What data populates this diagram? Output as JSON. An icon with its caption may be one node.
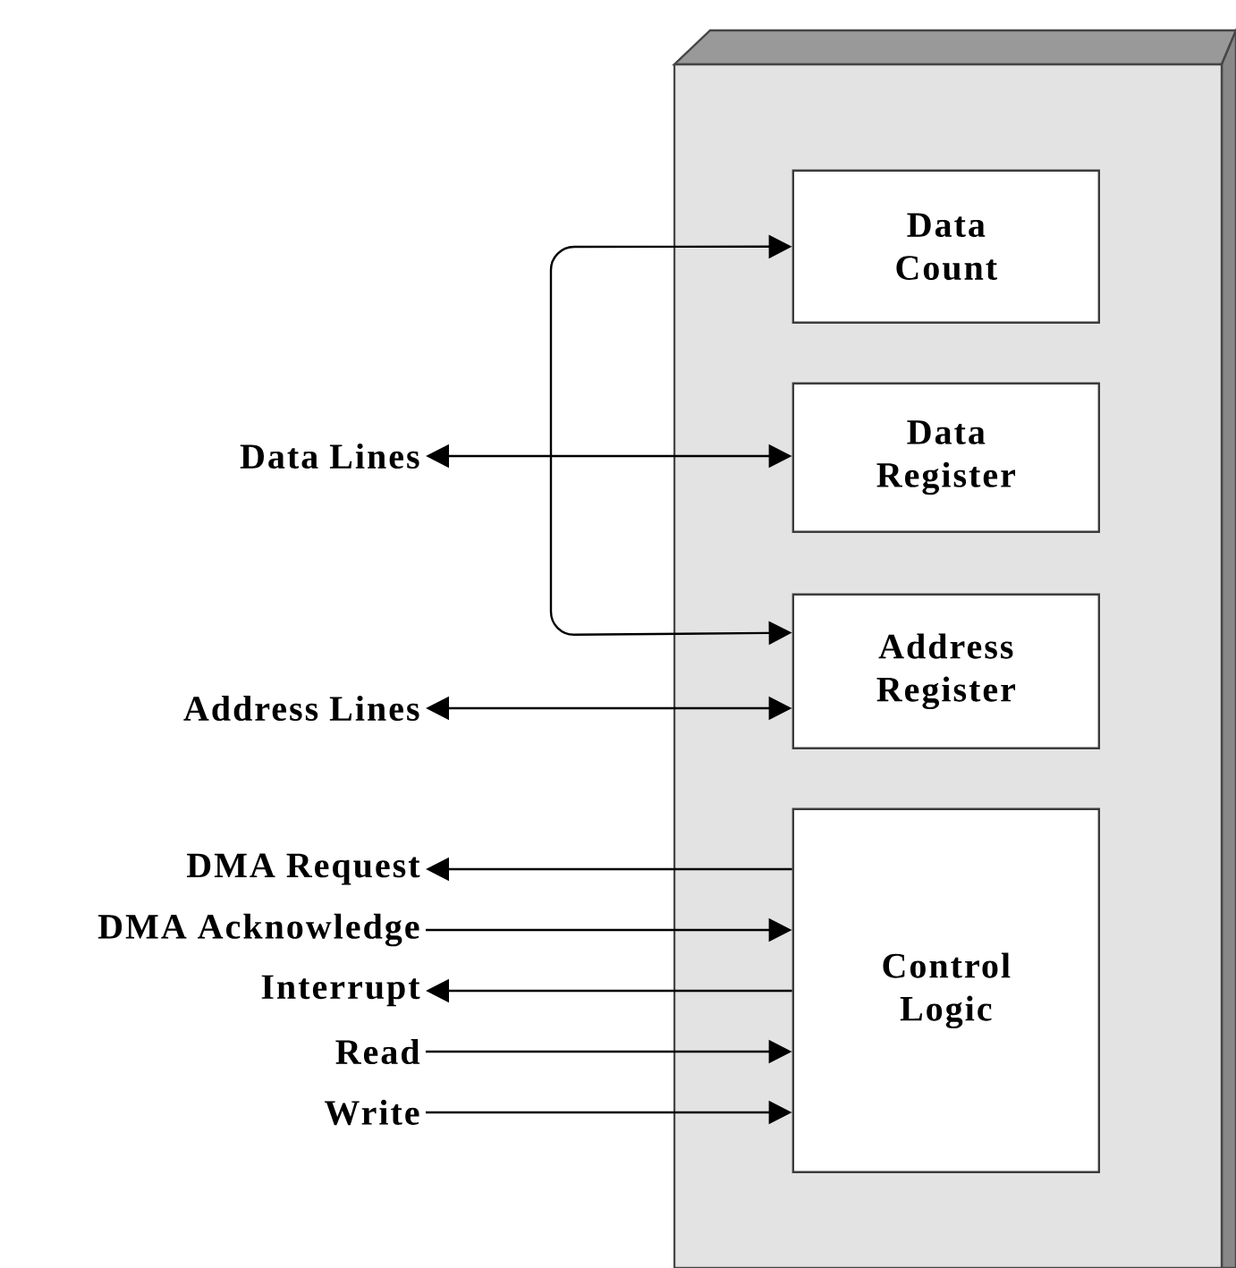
{
  "diagram": {
    "nodes": [
      {
        "text": [],
        "shape": "box"
      },
      {
        "text": [
          "Data Count"
        ],
        "in": 0
      },
      {
        "text": [
          "Data Register"
        ],
        "in": 0
      },
      {
        "text": [
          "Address Register"
        ],
        "in": 0
      },
      {
        "text": [
          "Control Logic"
        ],
        "in": 0
      },
      {
        "text": [
          "Data Lines"
        ]
      },
      {
        "text": [
          "Address Lines"
        ]
      },
      {
        "text": [
          "DMA Request"
        ]
      },
      {
        "text": [
          "DMA Acknowledge"
        ]
      },
      {
        "text": [
          "Interrupt"
        ]
      },
      {
        "text": [
          "Read"
        ]
      },
      {
        "text": [
          "Write"
        ]
      }
    ],
    "edges": [
      {
        "from": 1,
        "to": 3,
        "arrow": "both"
      },
      {
        "from": 5,
        "to": 2,
        "arrow": "both"
      },
      {
        "from": 6,
        "to": 3,
        "arrow": "both"
      },
      {
        "from": 4,
        "to": 7,
        "arrow": "to"
      },
      {
        "from": 8,
        "to": 4,
        "arrow": "to"
      },
      {
        "from": 4,
        "to": 9,
        "arrow": "to"
      },
      {
        "from": 10,
        "to": 4,
        "arrow": "to"
      },
      {
        "from": 11,
        "to": 4,
        "arrow": "to"
      }
    ]
  }
}
